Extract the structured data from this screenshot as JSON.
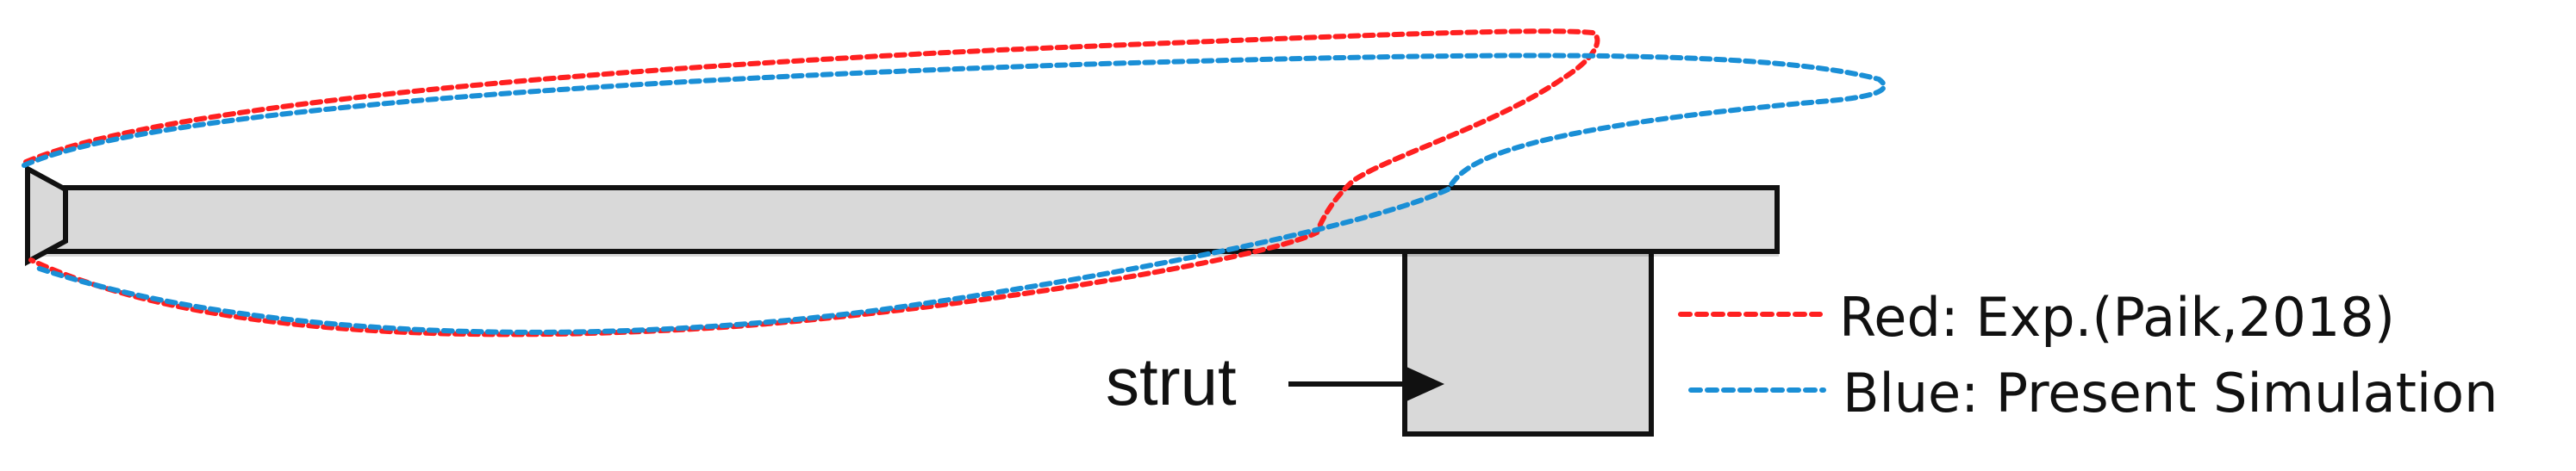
{
  "diagram": {
    "strut_label": "strut",
    "legend": [
      {
        "text": "Red: Exp.(Paik,2018)",
        "color": "#ff2020",
        "line_style": "dashed"
      },
      {
        "text": "Blue: Present Simulation",
        "color": "#1a8fd6",
        "line_style": "dashed"
      }
    ],
    "colors": {
      "foil_fill": "#d9d9d9",
      "foil_stroke": "#111111",
      "strut_fill": "#d9d9d9",
      "strut_stroke": "#111111",
      "red_curve": "#ff2020",
      "blue_curve": "#1a8fd6"
    },
    "elements": {
      "foil": "hydrofoil",
      "strut_box": "strut",
      "red_cavity_outline": "experimental cavity outline",
      "blue_cavity_outline": "simulated cavity outline",
      "arrow": "strut pointer arrow"
    }
  }
}
